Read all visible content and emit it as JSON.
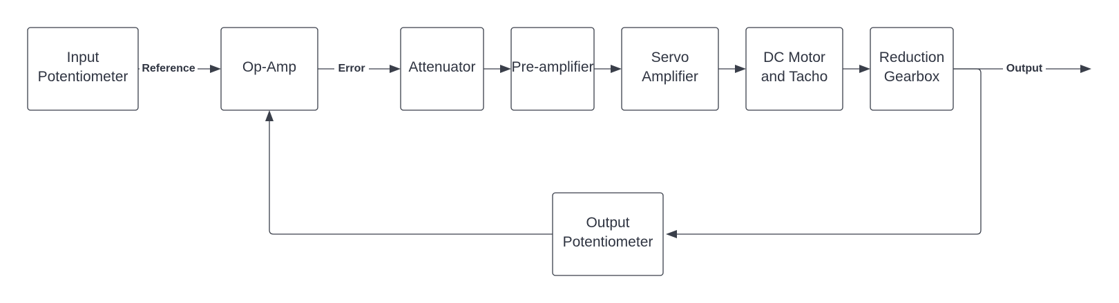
{
  "diagram": {
    "blocks": {
      "input_potentiometer": [
        "Input",
        "Potentiometer"
      ],
      "op_amp": [
        "Op-Amp"
      ],
      "attenuator": [
        "Attenuator"
      ],
      "pre_amplifier": [
        "Pre-amplifier"
      ],
      "servo_amplifier": [
        "Servo",
        "Amplifier"
      ],
      "dc_motor_tacho": [
        "DC Motor",
        "and Tacho"
      ],
      "reduction_gearbox": [
        "Reduction",
        "Gearbox"
      ],
      "output_potentiometer": [
        "Output",
        "Potentiometer"
      ]
    },
    "labels": {
      "reference": "Reference",
      "error": "Error",
      "output": "Output"
    },
    "colors": {
      "stroke": "#3a3f4a",
      "text": "#2f3441",
      "fill": "#ffffff"
    }
  }
}
